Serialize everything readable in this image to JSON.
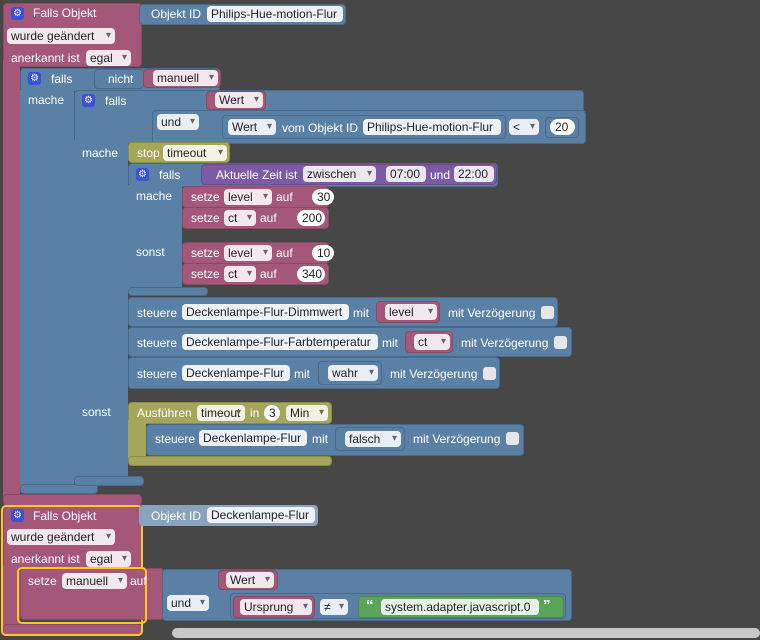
{
  "block1": {
    "title": "Falls Objekt",
    "objectid_label": "Objekt ID",
    "objectid_value": "Philips-Hue-motion-Flur",
    "changed": "wurde geändert",
    "ack_label": "anerkannt ist",
    "ack_value": "egal",
    "if1": {
      "label": "falls",
      "not_label": "nicht",
      "var": "manuell",
      "do_label": "mache",
      "if2": {
        "label": "falls",
        "wert": "Wert",
        "and_label": "und",
        "wert2": "Wert",
        "of_object": "vom Objekt ID",
        "object": "Philips-Hue-motion-Flur",
        "op": "<",
        "threshold": "20",
        "do_label": "mache",
        "else_label": "sonst",
        "stop_label": "stop",
        "timeout_var": "timeout",
        "if3": {
          "label": "falls",
          "time_label": "Aktuelle Zeit ist",
          "range": "zwischen",
          "from": "07:00",
          "and_label": "und",
          "to": "22:00",
          "do_label": "mache",
          "else_label": "sonst",
          "set_label": "setze",
          "on_label": "auf",
          "do_sets": [
            {
              "var": "level",
              "value": "30"
            },
            {
              "var": "ct",
              "value": "200"
            }
          ],
          "else_sets": [
            {
              "var": "level",
              "value": "10"
            },
            {
              "var": "ct",
              "value": "340"
            }
          ]
        },
        "controls": [
          {
            "label": "steuere",
            "object": "Deckenlampe-Flur-Dimmwert",
            "with": "mit",
            "value": "level",
            "delay": "mit Verzögerung"
          },
          {
            "label": "steuere",
            "object": "Deckenlampe-Flur-Farbtemperatur",
            "with": "mit",
            "value": "ct",
            "delay": "mit Verzögerung"
          },
          {
            "label": "steuere",
            "object": "Deckenlampe-Flur",
            "with": "mit",
            "value": "wahr",
            "delay": "mit Verzögerung"
          }
        ],
        "execute": {
          "label": "Ausführen",
          "var": "timeout",
          "in_label": "in",
          "amount": "3",
          "unit": "Min",
          "control": {
            "label": "steuere",
            "object": "Deckenlampe-Flur",
            "with": "mit",
            "value": "falsch",
            "delay": "mit Verzögerung"
          }
        }
      }
    }
  },
  "block2": {
    "title": "Falls Objekt",
    "objectid_label": "Objekt ID",
    "objectid_value": "Deckenlampe-Flur",
    "changed": "wurde geändert",
    "ack_label": "anerkannt ist",
    "ack_value": "egal",
    "set_label": "setze",
    "var": "manuell",
    "on_label": "auf",
    "wert": "Wert",
    "and_label": "und",
    "origin": "Ursprung",
    "neq": "≠",
    "string": "system.adapter.javascript.0"
  },
  "colors": {
    "event": "#a5577a",
    "logic": "#5b80a5",
    "timer": "#a5a55b",
    "text": "#5ba55b",
    "time": "#7b5ba5",
    "selection": "#fcc624"
  },
  "icons": {
    "gear": "settings-gear-icon",
    "quote": "quote-icon",
    "checkbox": "checkbox-icon"
  }
}
